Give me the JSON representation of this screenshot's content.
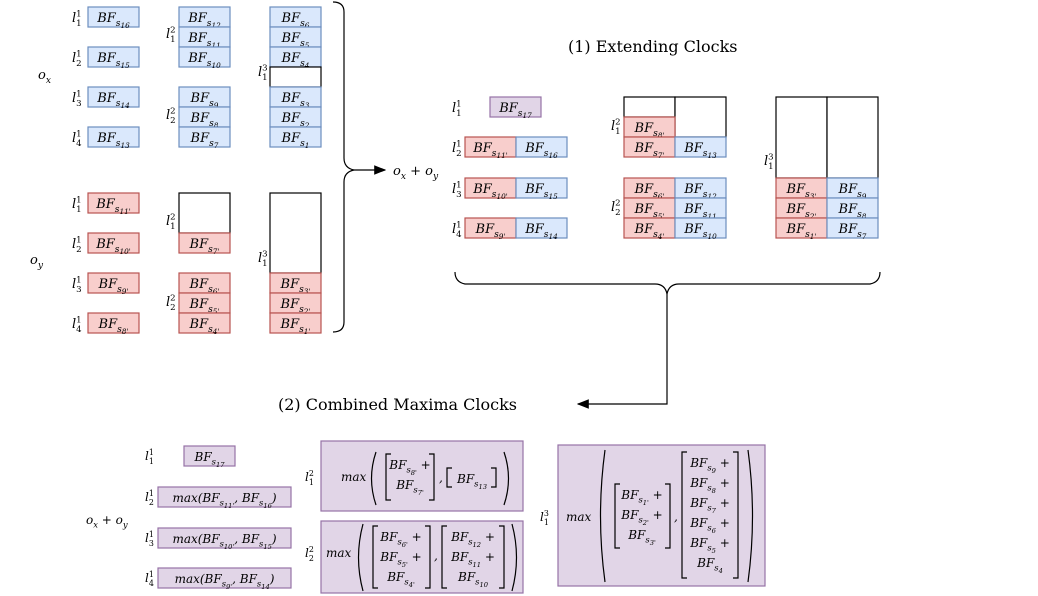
{
  "colors": {
    "blue_fill": "#dae8fc",
    "blue_stroke": "#6c8ebf",
    "red_fill": "#f8cecc",
    "red_stroke": "#b85450",
    "purple_fill": "#e1d5e7",
    "purple_stroke": "#9673a6",
    "line": "#000000"
  },
  "ox_label": "o_x",
  "oy_label": "o_y",
  "oxoy_label": "o_x + o_y",
  "title_extend": "(1) Extending Clocks",
  "title_combined": "(2) Combined Maxima Clocks",
  "ox": {
    "l1": [
      {
        "label": "l_1^1",
        "bf": "BF_{s_{16}}"
      },
      {
        "label": "l_2^1",
        "bf": "BF_{s_{15}}"
      },
      {
        "label": "l_3^1",
        "bf": "BF_{s_{14}}"
      },
      {
        "label": "l_4^1",
        "bf": "BF_{s_{13}}"
      }
    ],
    "l2_labels": [
      "l_1^2",
      "l_2^2"
    ],
    "l2_top": [
      "BF_{s_{12}}",
      "BF_{s_{11}}",
      "BF_{s_{10}}"
    ],
    "l2_bottom": [
      "BF_{s_9}",
      "BF_{s_8}",
      "BF_{s_7}"
    ],
    "l3_label": "l_1^3",
    "l3_top": [
      "BF_{s_6}",
      "BF_{s_5}",
      "BF_{s_4}"
    ],
    "l3_bottom": [
      "BF_{s_3}",
      "BF_{s_2}",
      "BF_{s_1}"
    ]
  },
  "oy": {
    "l1": [
      {
        "label": "l_1^1",
        "bf": "BF_{s_{11'}}"
      },
      {
        "label": "l_2^1",
        "bf": "BF_{s_{10'}}"
      },
      {
        "label": "l_3^1",
        "bf": "BF_{s_{9'}}"
      },
      {
        "label": "l_4^1",
        "bf": "BF_{s_{8'}}"
      }
    ],
    "l2_labels": [
      "l_1^2",
      "l_2^2"
    ],
    "l2_top": [
      "BF_{s_{7'}}"
    ],
    "l2_bottom": [
      "BF_{s_{6'}}",
      "BF_{s_{5'}}",
      "BF_{s_{4'}}"
    ],
    "l3_label": "l_1^3",
    "l3_bottom": [
      "BF_{s_{3'}}",
      "BF_{s_{2'}}",
      "BF_{s_{1'}}"
    ]
  },
  "extended": {
    "l1": [
      {
        "label": "l_1^1",
        "red": "",
        "blue": "",
        "purple": "BF_{s_{17}}"
      },
      {
        "label": "l_2^1",
        "red": "BF_{s_{11'}}",
        "blue": "BF_{s_{16}}"
      },
      {
        "label": "l_3^1",
        "red": "BF_{s_{10'}}",
        "blue": "BF_{s_{15}}"
      },
      {
        "label": "l_4^1",
        "red": "BF_{s_{9'}}",
        "blue": "BF_{s_{14}}"
      }
    ],
    "l2_labels": [
      "l_1^2",
      "l_2^2"
    ],
    "l2_top": [
      {
        "red": "BF_{s_{8'}}",
        "blue": ""
      },
      {
        "red": "BF_{s_{7'}}",
        "blue": "BF_{s_{13}}"
      }
    ],
    "l2_bottom": [
      {
        "red": "BF_{s_{6'}}",
        "blue": "BF_{s_{12}}"
      },
      {
        "red": "BF_{s_{5'}}",
        "blue": "BF_{s_{11}}"
      },
      {
        "red": "BF_{s_{4'}}",
        "blue": "BF_{s_{10}}"
      }
    ],
    "l3_label": "l_1^3",
    "l3_rows": [
      {
        "red": "BF_{s_{3'}}",
        "blue": "BF_{s_9}"
      },
      {
        "red": "BF_{s_{2'}}",
        "blue": "BF_{s_8}"
      },
      {
        "red": "BF_{s_{1'}}",
        "blue": "BF_{s_7}"
      }
    ]
  },
  "combined": {
    "l1": [
      {
        "label": "l_1^1",
        "text": "BF_{s_{17}}"
      },
      {
        "label": "l_2^1",
        "text": "max(BF_{s_{11'}}, BF_{s_{16}})"
      },
      {
        "label": "l_3^1",
        "text": "max(BF_{s_{10'}}, BF_{s_{15}})"
      },
      {
        "label": "l_4^1",
        "text": "max(BF_{s_{9'}}, BF_{s_{14}})"
      }
    ],
    "l2_labels": [
      "l_1^2",
      "l_2^2"
    ],
    "l2a": {
      "left": [
        "BF_{s_{8'}}+",
        "BF_{s_{7'}}"
      ],
      "right": [
        "BF_{s_{13}}"
      ]
    },
    "l2b": {
      "left": [
        "BF_{s_{6'}}+",
        "BF_{s_{5'}}+",
        "BF_{s_{4'}}"
      ],
      "right": [
        "BF_{s_{12}}+",
        "BF_{s_{11}}+",
        "BF_{s_{10}}"
      ]
    },
    "l3_label": "l_1^3",
    "l3": {
      "left": [
        "BF_{s_{1'}}+",
        "BF_{s_{2'}}+",
        "BF_{s_{3'}}"
      ],
      "right": [
        "BF_{s_9}+",
        "BF_{s_8}+",
        "BF_{s_7}+",
        "BF_{s_6}+",
        "BF_{s_5}+",
        "BF_{s_4}"
      ]
    },
    "max_word": "max"
  }
}
